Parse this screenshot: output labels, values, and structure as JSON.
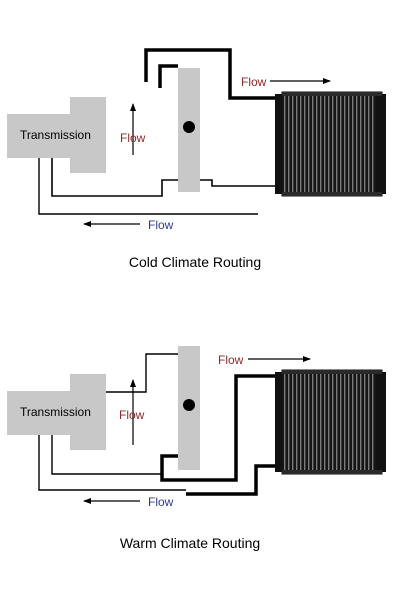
{
  "colors": {
    "housing": "#c8c8c8",
    "line": "#000000",
    "flow_red": "#8b2a2a",
    "flow_blue": "#2f3a8f",
    "cooler_dark": "#1a1a1a"
  },
  "top": {
    "transmission_label": "Transmission",
    "flow_up": "Flow",
    "flow_right": "Flow",
    "flow_left": "Flow",
    "caption": "Cold Climate Routing"
  },
  "bottom": {
    "transmission_label": "Transmission",
    "flow_up": "Flow",
    "flow_right": "Flow",
    "flow_left": "Flow",
    "caption": "Warm Climate Routing"
  }
}
